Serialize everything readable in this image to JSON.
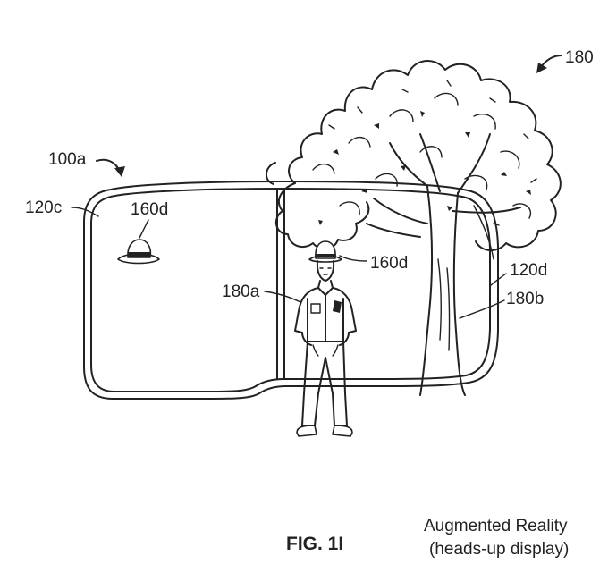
{
  "labels": {
    "tree": "180",
    "device": "100a",
    "left_display": "120c",
    "virtual_hat_left": "160d",
    "virtual_hat_person": "160d",
    "person": "180a",
    "right_display": "120d",
    "tree_trunk": "180b"
  },
  "figure_label": "FIG. 1I",
  "caption": {
    "line1": "Augmented Reality",
    "line2": "(heads-up display)"
  },
  "icons": {
    "hat": "hat-icon",
    "person": "person-figure",
    "tree": "tree-drawing",
    "goggles": "goggles-frame"
  }
}
